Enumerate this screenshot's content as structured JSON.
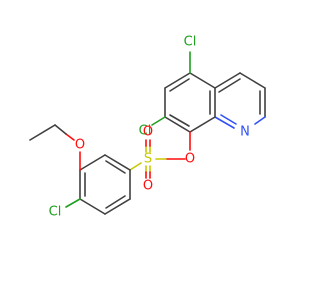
{
  "molecule": {
    "atoms": {
      "cl_top": {
        "label": "Cl",
        "color": "#1fa01f"
      },
      "cl_mid": {
        "label": "Cl",
        "color": "#1fa01f"
      },
      "cl_left": {
        "label": "Cl",
        "color": "#1fa01f"
      },
      "n": {
        "label": "N",
        "color": "#3050f8"
      },
      "o_ether": {
        "label": "O",
        "color": "#ff0d0d"
      },
      "o_ester": {
        "label": "O",
        "color": "#ff0d0d"
      },
      "o_s1": {
        "label": "O",
        "color": "#ff0d0d"
      },
      "o_s2": {
        "label": "O",
        "color": "#ff0d0d"
      },
      "s": {
        "label": "S",
        "color": "#c8c800"
      }
    }
  }
}
